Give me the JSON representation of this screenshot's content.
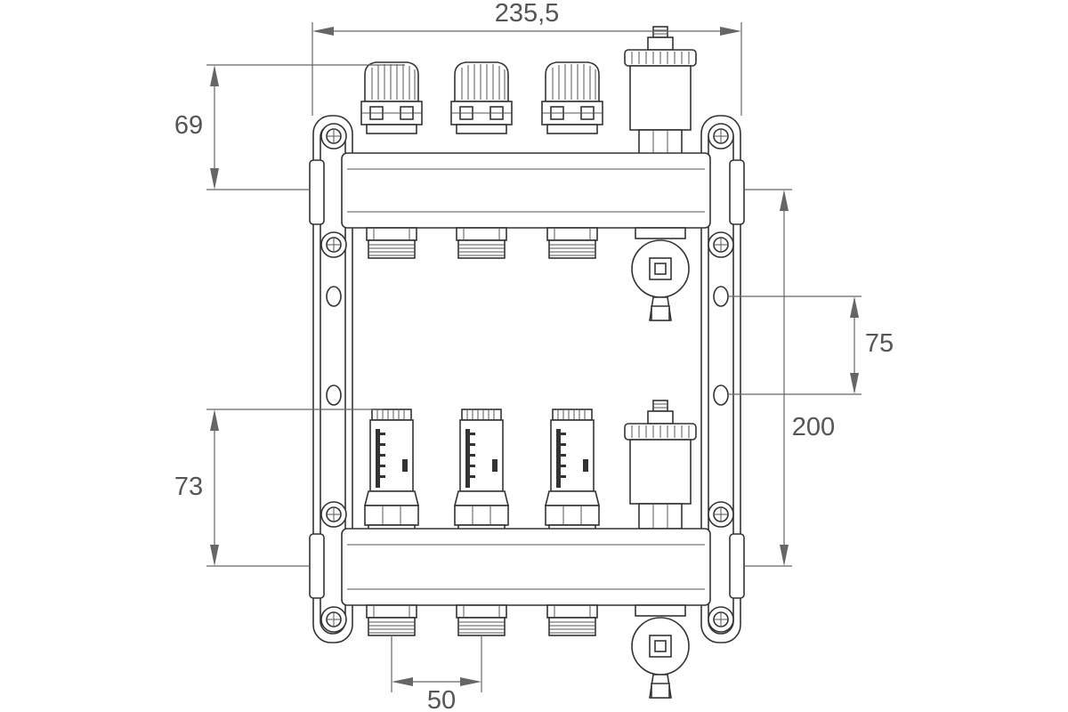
{
  "dimensions": {
    "overall_width": "235,5",
    "top_height": "69",
    "bottom_height": "73",
    "hole_spacing": "75",
    "manifold_spacing": "200",
    "outlet_pitch": "50"
  }
}
